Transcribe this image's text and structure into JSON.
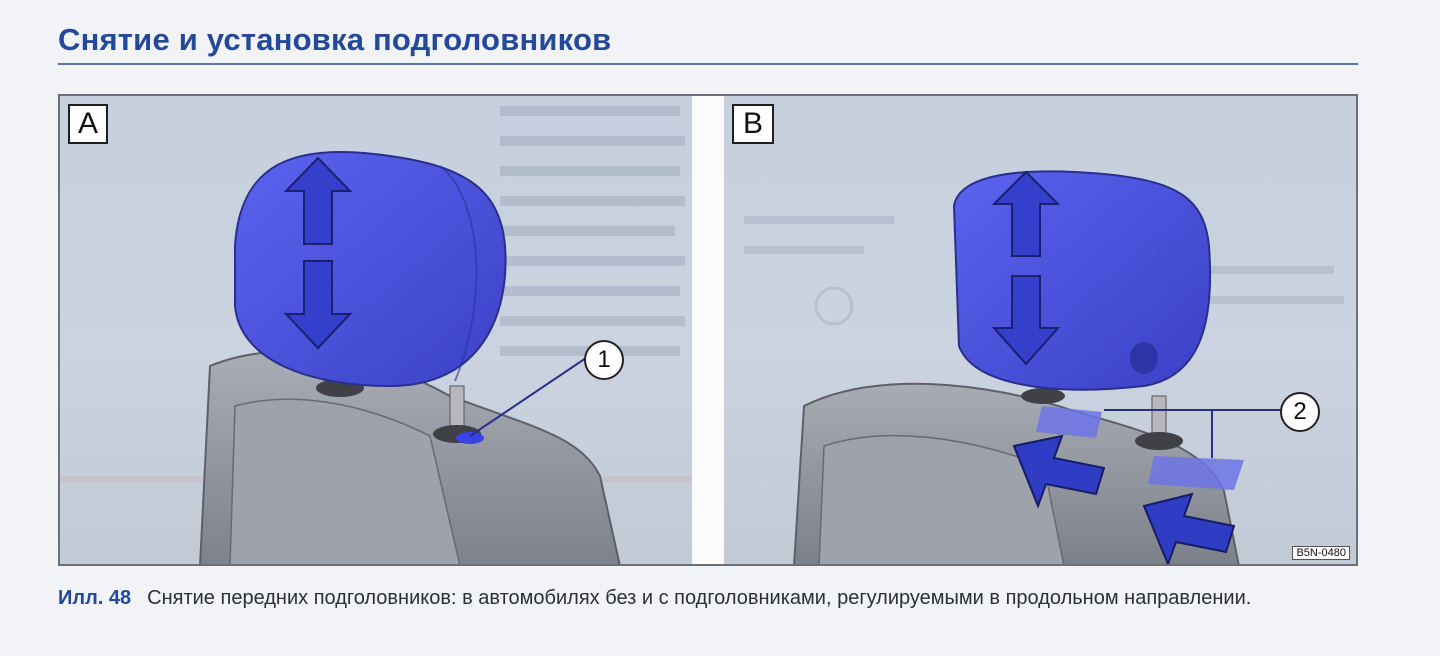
{
  "page": {
    "title": "Снятие и установка подголовников"
  },
  "figure": {
    "panels": [
      {
        "label": "A",
        "callout": "1"
      },
      {
        "label": "B",
        "callout": "2"
      }
    ],
    "code": "B5N-0480"
  },
  "caption": {
    "number": "Илл. 48",
    "text": "Снятие передних подголовников: в автомобилях без и с подголовниками, регулируемыми в продольном направлении."
  },
  "colors": {
    "title": "#24489a",
    "headrest": "#4a52e0",
    "arrow": "#2e3bb8"
  }
}
